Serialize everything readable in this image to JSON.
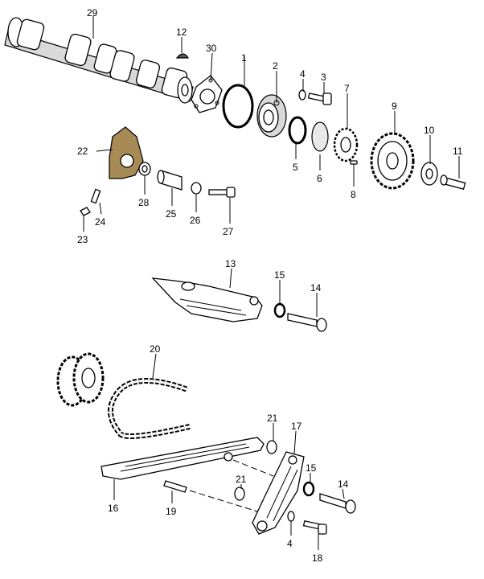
{
  "labels": {
    "p1": "1",
    "p2": "2",
    "p3": "3",
    "p4": "4",
    "p5": "5",
    "p6": "6",
    "p7": "7",
    "p8": "8",
    "p9": "9",
    "p10": "10",
    "p11": "11",
    "p12": "12",
    "p13": "13",
    "p14": "14",
    "p15": "15",
    "p16": "16",
    "p17": "17",
    "p18": "18",
    "p19": "19",
    "p20": "20",
    "p21": "21",
    "p22": "22",
    "p23": "23",
    "p24": "24",
    "p25": "25",
    "p26": "26",
    "p27": "27",
    "p28": "28",
    "p29": "29",
    "p30": "30",
    "p4b": "4",
    "p14b": "14",
    "p15b": "15",
    "p21b": "21"
  },
  "colors": {
    "rocker_body": "#a88a55",
    "line": "#000000"
  }
}
